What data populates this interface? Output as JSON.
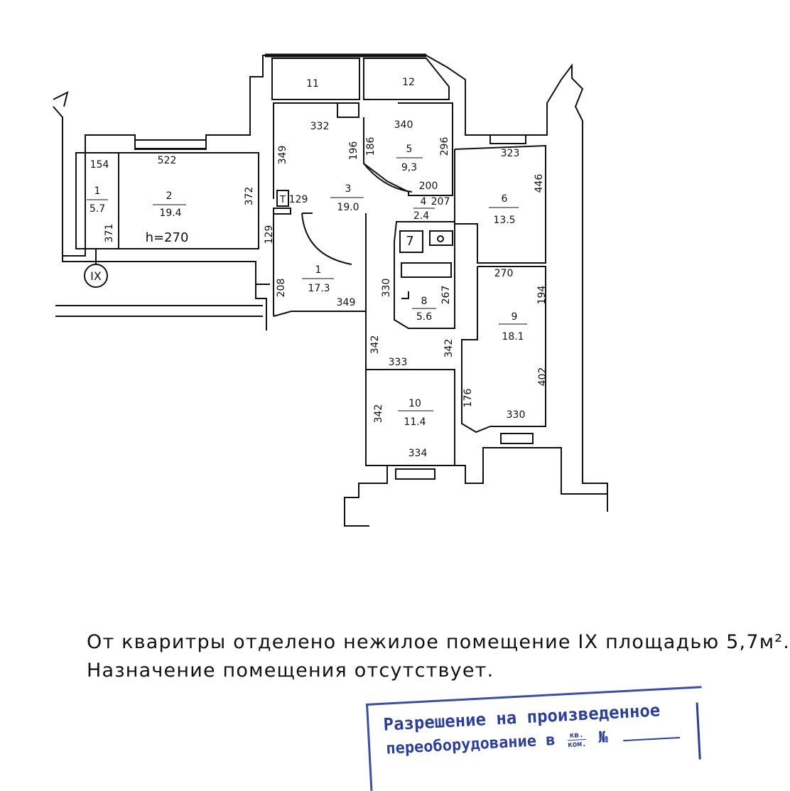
{
  "plan": {
    "rooms": [
      {
        "id": "r1a",
        "number": "1",
        "area": "5.7"
      },
      {
        "id": "r2",
        "number": "2",
        "area": "19.4"
      },
      {
        "id": "r3",
        "number": "3",
        "area": "19.0"
      },
      {
        "id": "r4",
        "number": "4",
        "area": "2.4"
      },
      {
        "id": "r5",
        "number": "5",
        "area": "9,3"
      },
      {
        "id": "r6",
        "number": "6",
        "area": "13.5"
      },
      {
        "id": "r7",
        "number": "7",
        "area": ""
      },
      {
        "id": "r8",
        "number": "8",
        "area": "5.6"
      },
      {
        "id": "r9",
        "number": "9",
        "area": "18.1"
      },
      {
        "id": "r10",
        "number": "10",
        "area": "11.4"
      },
      {
        "id": "r1b",
        "number": "1",
        "area": "17.3"
      },
      {
        "id": "r11",
        "number": "11",
        "area": ""
      },
      {
        "id": "r12",
        "number": "12",
        "area": ""
      }
    ],
    "height_label": "h=270",
    "section_marker": "IX",
    "toilet_marker": "Т",
    "dimensions": {
      "d154": "154",
      "d522": "522",
      "d372": "372",
      "d371": "371",
      "d129a": "129",
      "d129b": "129",
      "d332": "332",
      "d349a": "349",
      "d196": "196",
      "d186": "186",
      "d340": "340",
      "d296": "296",
      "d200": "200",
      "d207": "207",
      "d323": "323",
      "d446": "446",
      "d208": "208",
      "d349b": "349",
      "d330a": "330",
      "d267": "267",
      "d270": "270",
      "d194": "194",
      "d342a": "342",
      "d342b": "342",
      "d333": "333",
      "d176": "176",
      "d402": "402",
      "d342c": "342",
      "d330b": "330",
      "d334": "334"
    }
  },
  "notes": {
    "line1": "От кваритры отделено нежилое помещение IX площадью 5,7м².",
    "line2": "Назначение помещения отсутствует."
  },
  "stamp": {
    "line1": "Разрешение на произведенное",
    "line2_prefix": "переоборудование в",
    "frac_top": "кв.",
    "frac_bottom": "ком.",
    "number_sign": "№"
  }
}
